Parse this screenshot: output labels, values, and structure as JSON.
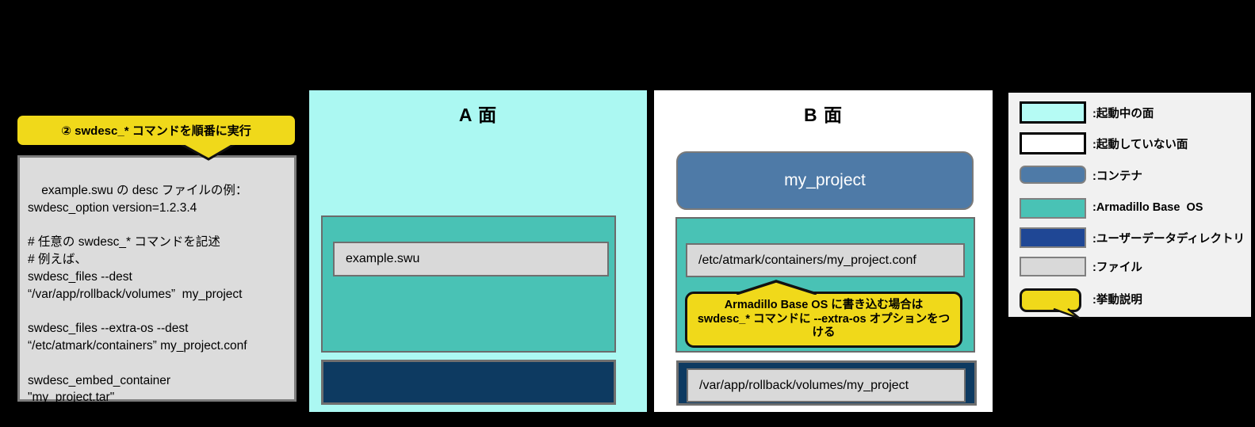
{
  "callout_step": {
    "text": "② swdesc_* コマンドを順番に実行"
  },
  "code_example": {
    "text": "example.swu の desc ファイルの例：\nswdesc_option version=1.2.3.4\n\n# 任意の swdesc_* コマンドを記述\n# 例えば、\nswdesc_files --dest\n“/var/app/rollback/volumes”  my_project\n\nswdesc_files --extra-os --dest\n“/etc/atmark/containers” my_project.conf\n\nswdesc_embed_container\n\"my_project.tar\""
  },
  "panel_a": {
    "title": "A 面",
    "os_file_label": "example.swu"
  },
  "panel_b": {
    "title": "B 面",
    "container_label": "my_project",
    "os_file_label": "/etc/atmark/containers/my_project.conf",
    "note_text": "Armadillo Base OS に書き込む場合は\nswdesc_* コマンドに --extra-os オプションをつ\nける",
    "userdata_file_label": "/var/app/rollback/volumes/my_project"
  },
  "legend": {
    "items": [
      {
        "key": "active-side",
        "label": ":起動中の面"
      },
      {
        "key": "inactive-side",
        "label": ":起動していない面"
      },
      {
        "key": "container",
        "label": ":コンテナ"
      },
      {
        "key": "base-os",
        "label": ":Armadillo Base  OS"
      },
      {
        "key": "user-data-dir",
        "label": ":ユーザーデータディレクトリ"
      },
      {
        "key": "file",
        "label": ":ファイル"
      },
      {
        "key": "behavior-note",
        "label": ":挙動説明"
      }
    ]
  },
  "colors": {
    "active_side_bg": "#ABF8F2",
    "inactive_side_bg": "#FFFFFF",
    "container": "#4E7AA7",
    "armadillo_base_os": "#49C2B5",
    "user_data_directory": "#0D3A61",
    "user_data_legend_swatch": "#1F4795",
    "file": "#D9D9D9",
    "behavior_note": "#F0D91A",
    "background": "#000000"
  }
}
